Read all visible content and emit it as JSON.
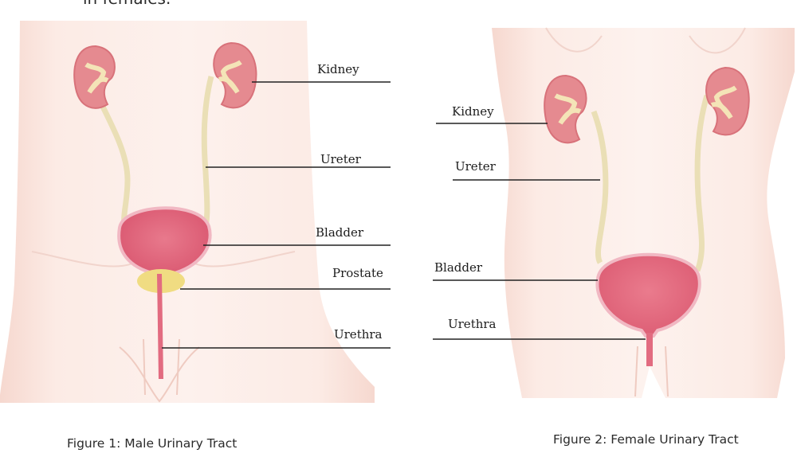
{
  "intro": {
    "text": "in females."
  },
  "colors": {
    "skin": "#fbe8e2",
    "skin_edge": "#f0cfc6",
    "kidney": "#e58a90",
    "kidney_inner": "#f4e4b7",
    "ureter": "#eadfb6",
    "bladder": "#e26b80",
    "prostate": "#f0dc82",
    "line": "#222222"
  },
  "figure_male": {
    "caption": "Figure 1: Male Urinary Tract",
    "labels": {
      "kidney": "Kidney",
      "ureter": "Ureter",
      "bladder": "Bladder",
      "prostate": "Prostate",
      "urethra": "Urethra"
    }
  },
  "figure_female": {
    "caption": "Figure 2: Female Urinary Tract",
    "labels": {
      "kidney": "Kidney",
      "ureter": "Ureter",
      "bladder": "Bladder",
      "urethra": "Urethra"
    }
  }
}
